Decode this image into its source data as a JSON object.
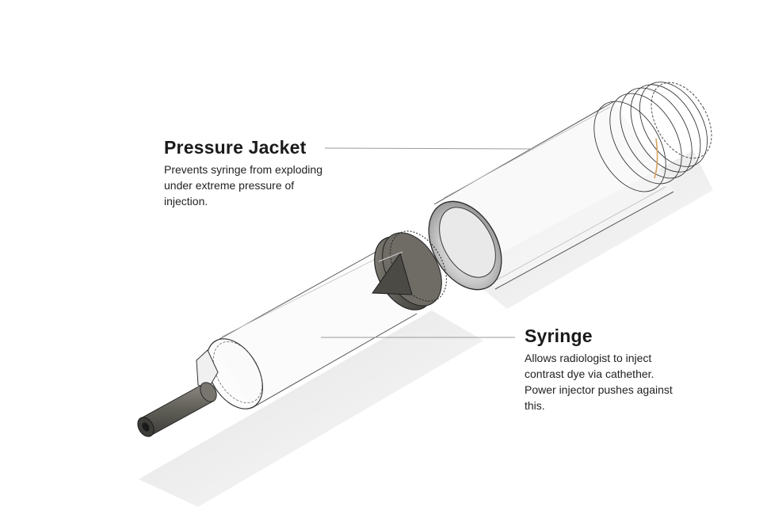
{
  "labels": {
    "pressure_jacket": {
      "title": "Pressure Jacket",
      "description": "Prevents syringe from exploding under extreme pressure of injection."
    },
    "syringe": {
      "title": "Syringe",
      "description": "Allows radiologist to inject contrast dye via cathether. Power injector pushes against this."
    }
  },
  "colors": {
    "leader_line": "#9a9a9a",
    "outline": "#2b2b2b",
    "plunger": "#5a5852",
    "nozzle": "#6b6860",
    "shadow": "#e6e6e6",
    "accent_thread": "#d9a25a"
  }
}
